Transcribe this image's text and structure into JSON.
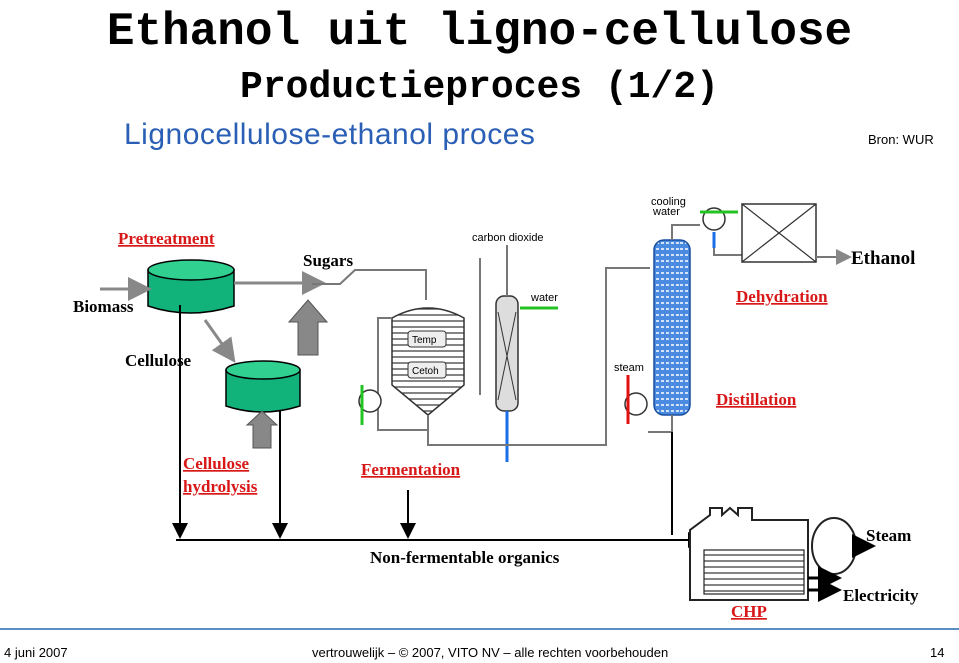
{
  "title": {
    "line1": "Ethanol uit ligno-cellulose",
    "line2": "Productieproces (1/2)"
  },
  "subtitle": "Lignocellulose-ethanol proces",
  "source": "Bron: WUR",
  "diagram": {
    "labels": {
      "pretreatment": "Pretreatment",
      "sugars": "Sugars",
      "biomass": "Biomass",
      "cellulose": "Cellulose",
      "cellulose_hydrolysis_1": "Cellulose",
      "cellulose_hydrolysis_2": "hydrolysis",
      "carbon_dioxide": "carbon dioxide",
      "water": "water",
      "temp": "Temp",
      "cetoh": "Cetoh",
      "fermentation": "Fermentation",
      "cooling_water_1": "cooling",
      "cooling_water_2": "water",
      "ethanol": "Ethanol",
      "dehydration": "Dehydration",
      "steam_small": "steam",
      "distillation": "Distillation",
      "non_fermentable": "Non-fermentable organics",
      "steam": "Steam",
      "electricity": "Electricity",
      "chp": "CHP"
    },
    "colors": {
      "tank_green": "#10b07a",
      "red_label": "#d81818",
      "column_blue": "#3a7fd8",
      "arrow_grey": "#808080",
      "arrow_green": "#22c322",
      "arrow_red": "#e01010",
      "arrow_blue": "#1a6ee8"
    }
  },
  "footer": {
    "date": "4 juni 2007",
    "notice": "vertrouwelijk – © 2007, VITO NV – alle rechten voorbehouden",
    "page": "14"
  }
}
